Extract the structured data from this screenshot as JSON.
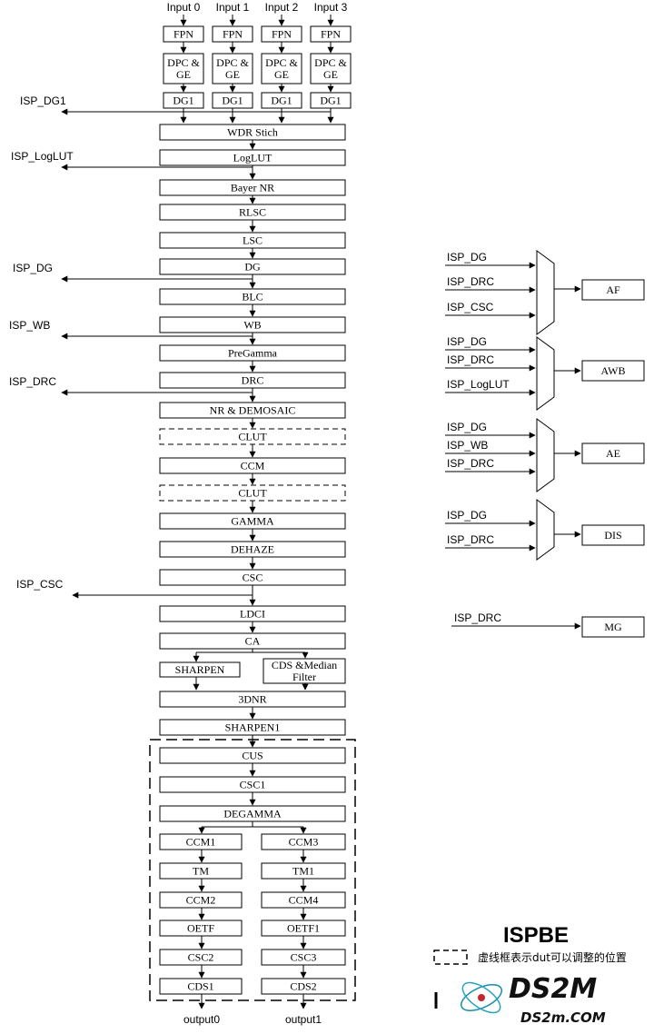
{
  "inputs": [
    "Input 0",
    "Input 1",
    "Input 2",
    "Input 3"
  ],
  "front_rows": [
    [
      "FPN",
      "FPN",
      "FPN",
      "FPN"
    ],
    [
      "DPC &\nGE",
      "DPC &\nGE",
      "DPC &\nGE",
      "DPC &\nGE"
    ],
    [
      "DG1",
      "DG1",
      "DG1",
      "DG1"
    ]
  ],
  "pipeline": [
    "WDR Stich",
    "LogLUT",
    "Bayer NR",
    "RLSC",
    "LSC",
    "DG",
    "BLC",
    "WB",
    "PreGamma",
    "DRC",
    "NR & DEMOSAIC",
    "CLUT",
    "CCM",
    "CLUT",
    "GAMMA",
    "DEHAZE",
    "CSC",
    "LDCI",
    "CA"
  ],
  "split": {
    "left": "SHARPEN",
    "right": "CDS &Median\nFilter"
  },
  "post": [
    "3DNR",
    "SHARPEN1"
  ],
  "dut": [
    "CUS",
    "CSC1",
    "DEGAMMA"
  ],
  "branch_left": [
    "CCM1",
    "TM",
    "CCM2",
    "OETF",
    "CSC2",
    "CDS1"
  ],
  "branch_right": [
    "CCM3",
    "TM1",
    "CCM4",
    "OETF1",
    "CSC3",
    "CDS2"
  ],
  "outputs": [
    "output0",
    "output1"
  ],
  "taps": [
    "ISP_DG1",
    "ISP_LogLUT",
    "ISP_DG",
    "ISP_WB",
    "ISP_DRC",
    "ISP_CSC"
  ],
  "stats": [
    {
      "inputs": [
        "ISP_DG",
        "ISP_DRC",
        "ISP_CSC"
      ],
      "output": "AF"
    },
    {
      "inputs": [
        "ISP_DG",
        "ISP_DRC",
        "ISP_LogLUT"
      ],
      "output": "AWB"
    },
    {
      "inputs": [
        "ISP_DG",
        "ISP_WB",
        "ISP_DRC"
      ],
      "output": "AE"
    },
    {
      "inputs": [
        "ISP_DG",
        "ISP_DRC"
      ],
      "output": "DIS"
    },
    {
      "inputs": [
        "ISP_DRC"
      ],
      "output": "MG"
    }
  ],
  "title": "ISPBE",
  "legend": "虚线框表示dut可以调整的位置",
  "watermark": {
    "brand": "DS2M",
    "site": "DS2m.COM"
  }
}
